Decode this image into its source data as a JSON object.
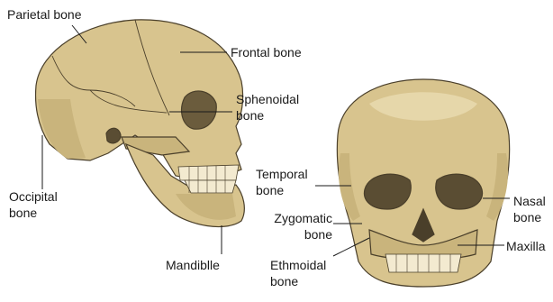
{
  "labels": {
    "parietal": "Parietal bone",
    "frontal": "Frontal bone",
    "sphenoidal_1": "Sphenoidal",
    "sphenoidal_2": "bone",
    "occipital_1": "Occipital",
    "occipital_2": "bone",
    "mandible": "Mandiblle",
    "temporal_1": "Temporal",
    "temporal_2": "bone",
    "zygomatic_1": "Zygomatic",
    "zygomatic_2": "bone",
    "ethmoidal_1": "Ethmoidal",
    "ethmoidal_2": "bone",
    "nasal_1": "Nasal",
    "nasal_2": "bone",
    "maxilla": "Maxilla"
  },
  "colors": {
    "bone": "#d8c48e",
    "bone_light": "#e6d7aa",
    "bone_shadow": "#b9a46a",
    "outline": "#4a3f2a",
    "cavity": "#5a4d33",
    "teeth": "#f3ead0"
  }
}
